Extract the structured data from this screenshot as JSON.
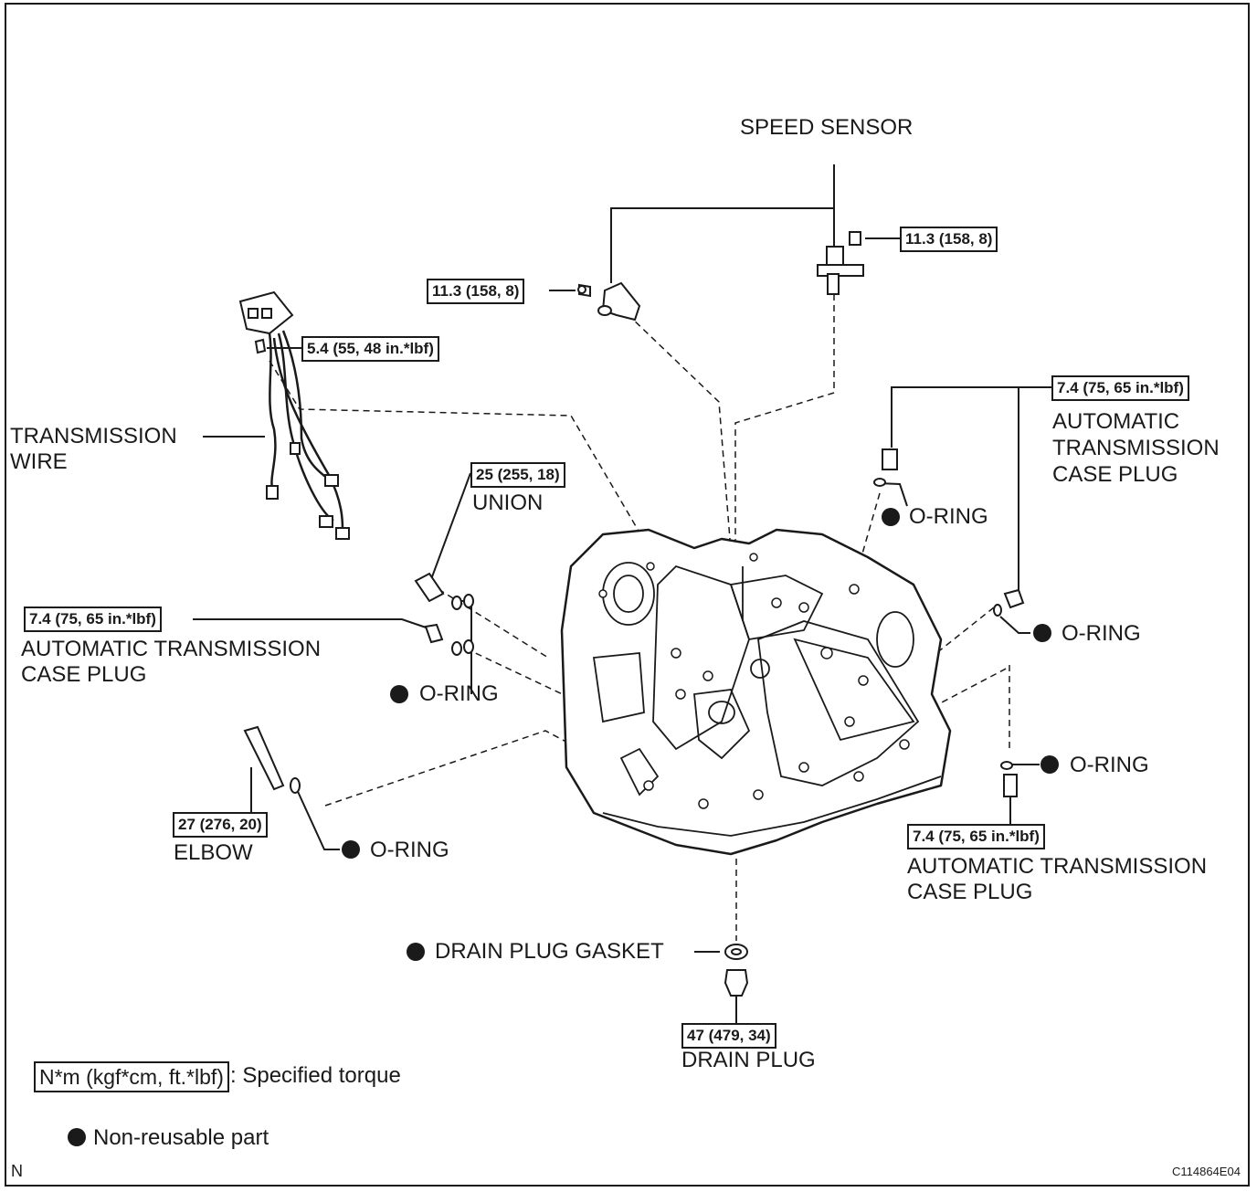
{
  "labels": {
    "speed_sensor": "SPEED SENSOR",
    "transmission_wire": "TRANSMISSION\nWIRE",
    "union": "UNION",
    "at_case_plug_left": "AUTOMATIC TRANSMISSION\nCASE PLUG",
    "at_case_plug_top_right": "AUTOMATIC\nTRANSMISSION\nCASE PLUG",
    "at_case_plug_bottom_right": "AUTOMATIC TRANSMISSION\nCASE PLUG",
    "o_ring": "O-RING",
    "elbow": "ELBOW",
    "drain_plug_gasket": "DRAIN PLUG GASKET",
    "drain_plug": "DRAIN PLUG"
  },
  "torques": {
    "speed_sensor_left": "11.3 (158, 8)",
    "speed_sensor_right": "11.3 (158, 8)",
    "transmission_wire": "5.4 (55, 48 in.*lbf)",
    "union": "25 (255, 18)",
    "case_plug_left": "7.4 (75, 65 in.*lbf)",
    "case_plug_top_right": "7.4 (75, 65 in.*lbf)",
    "case_plug_bottom_right": "7.4 (75, 65 in.*lbf)",
    "elbow": "27 (276, 20)",
    "drain_plug": "47 (479, 34)"
  },
  "legend": {
    "torque_units": "N*m (kgf*cm, ft.*lbf)",
    "torque_desc": ": Specified torque",
    "non_reusable": "Non-reusable part"
  },
  "footer": {
    "left_mark": "N",
    "figure_id": "C114864E04"
  }
}
